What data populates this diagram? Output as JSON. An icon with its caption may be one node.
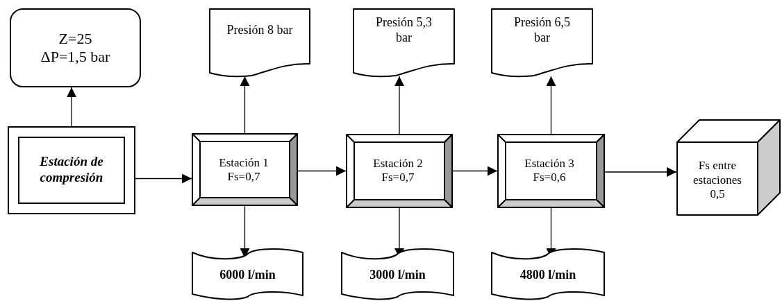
{
  "diagram": {
    "nodes": [
      {
        "text": [
          "Z=25 ΔP=1,5 bar"
        ]
      },
      {
        "text": [
          "Estación de compresión"
        ]
      },
      {
        "text": [
          "Presión 8 bar"
        ]
      },
      {
        "text": [
          "Estación 1 Fs=0,7"
        ]
      },
      {
        "text": [
          "6000 l/min"
        ]
      },
      {
        "text": [
          "Presión 5,3 bar"
        ]
      },
      {
        "text": [
          "Estación 2 Fs=0,7"
        ]
      },
      {
        "text": [
          "3000 l/min"
        ]
      },
      {
        "text": [
          "Presión 6,5 bar"
        ]
      },
      {
        "text": [
          "Estación 3 Fs=0,6"
        ]
      },
      {
        "text": [
          "4800 l/min"
        ]
      },
      {
        "text": [
          "Fs entre estaciones 0,5"
        ]
      }
    ],
    "edges": [
      {
        "from": 1,
        "to": 0,
        "arrow": "to"
      },
      {
        "from": 1,
        "to": 3,
        "arrow": "to"
      },
      {
        "from": 3,
        "to": 2,
        "arrow": "to"
      },
      {
        "from": 3,
        "to": 4,
        "arrow": "to"
      },
      {
        "from": 3,
        "to": 6,
        "arrow": "to"
      },
      {
        "from": 6,
        "to": 5,
        "arrow": "to"
      },
      {
        "from": 6,
        "to": 7,
        "arrow": "to"
      },
      {
        "from": 6,
        "to": 9,
        "arrow": "to"
      },
      {
        "from": 9,
        "to": 8,
        "arrow": "to"
      },
      {
        "from": 9,
        "to": 10,
        "arrow": "to"
      },
      {
        "from": 9,
        "to": 11,
        "arrow": "to"
      }
    ]
  }
}
